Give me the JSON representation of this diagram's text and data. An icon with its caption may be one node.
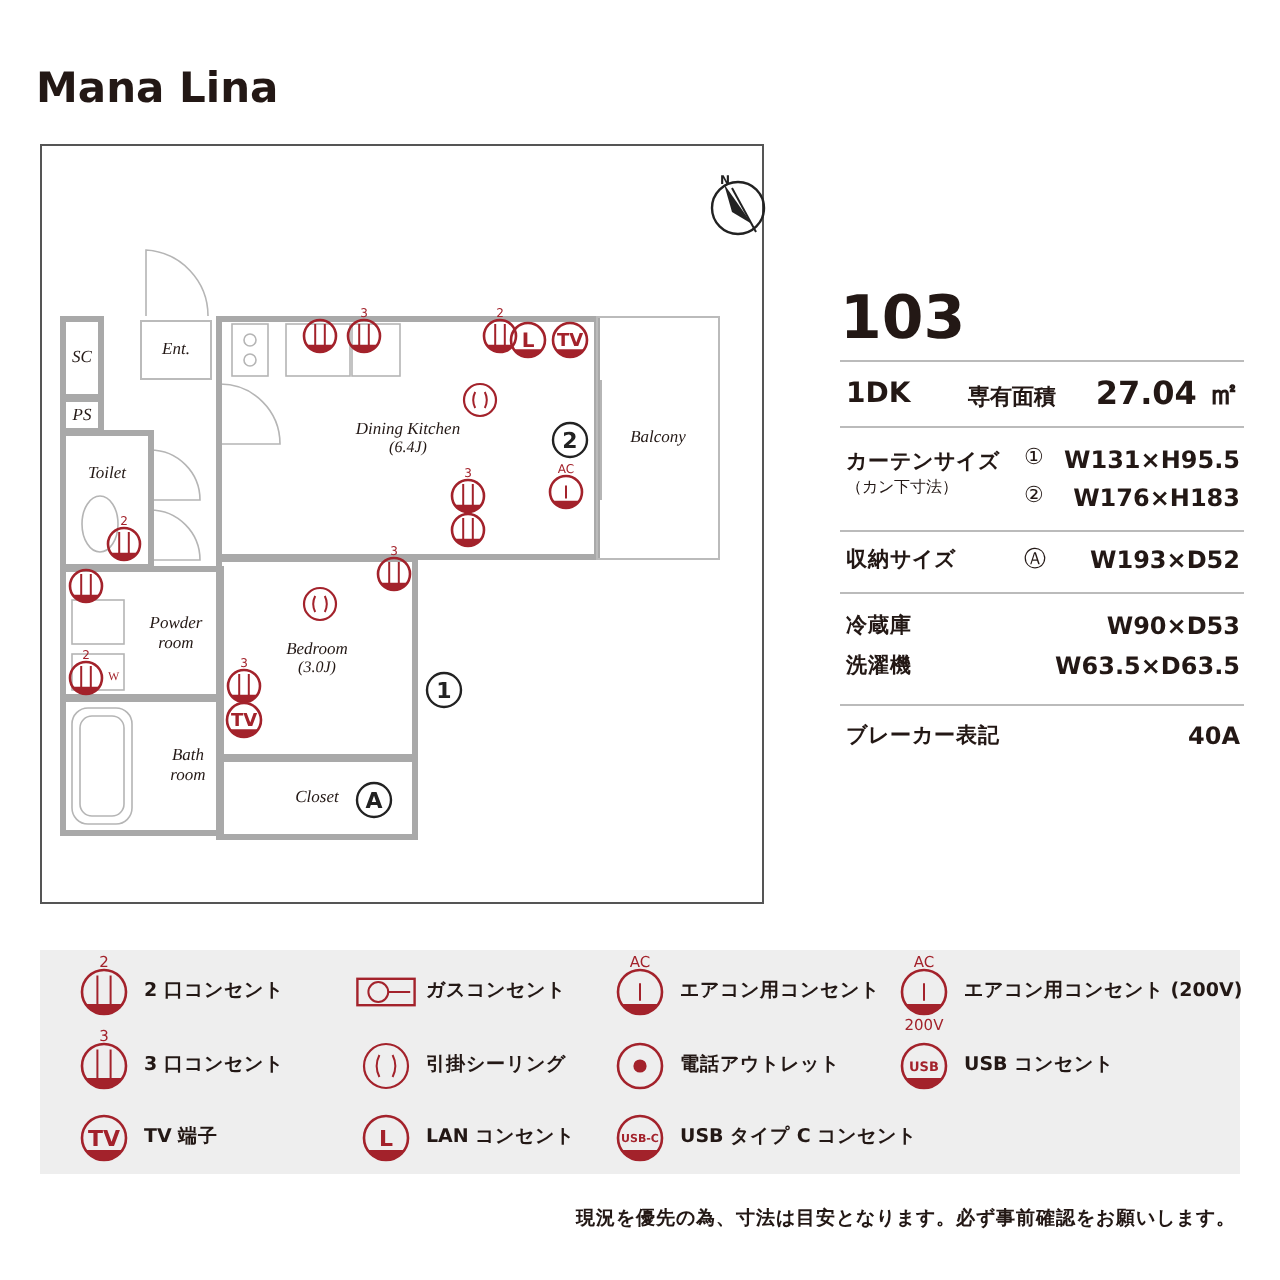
{
  "diagram": {
    "title": "Mana Lina",
    "nodes": [
      {
        "text": [
          "SC"
        ]
      },
      {
        "text": [
          "Ent."
        ]
      },
      {
        "text": [
          "PS"
        ]
      },
      {
        "text": [
          "Toilet"
        ]
      },
      {
        "text": [
          "Powder room"
        ]
      },
      {
        "text": [
          "Bath room"
        ]
      },
      {
        "text": [
          "Dining Kitchen",
          "(6.4J)"
        ]
      },
      {
        "text": [
          "Balcony"
        ]
      },
      {
        "text": [
          "Bedroom",
          "(3.0J)"
        ]
      },
      {
        "text": [
          "Closet"
        ]
      }
    ],
    "labels": [
      "N",
      "3",
      "2",
      "L",
      "TV",
      "2",
      "AC",
      "3",
      "3",
      "2",
      "2",
      "W",
      "3",
      "1",
      "TV",
      "A",
      "103",
      "1DK",
      "専有面積",
      "27.04 ㎡",
      "カーテンサイズ",
      "（カン下寸法）",
      "①",
      "W131×H95.5",
      "②",
      "W176×H183",
      "収納サイズ",
      "Ⓐ",
      "W193×D52",
      "冷蔵庫",
      "W90×D53",
      "洗濯機",
      "W63.5×D63.5",
      "ブレーカー表記",
      "40A",
      "2",
      "AC",
      "AC",
      "200V",
      "3",
      "USB",
      "TV",
      "L",
      "USB-C",
      "現況を優先の為、寸法は目安となります。必ず事前確認をお願いします。"
    ],
    "legend": [
      {
        "text": "2 口コンセント"
      },
      {
        "text": "ガスコンセント"
      },
      {
        "text": "エアコン用コンセント"
      },
      {
        "text": "エアコン用コンセント (200V)"
      },
      {
        "text": "3 口コンセント"
      },
      {
        "text": "引掛シーリング"
      },
      {
        "text": "電話アウトレット"
      },
      {
        "text": "USB コンセント"
      },
      {
        "text": "TV 端子"
      },
      {
        "text": "LAN コンセント"
      },
      {
        "text": "USB タイプ C コンセント"
      }
    ]
  }
}
